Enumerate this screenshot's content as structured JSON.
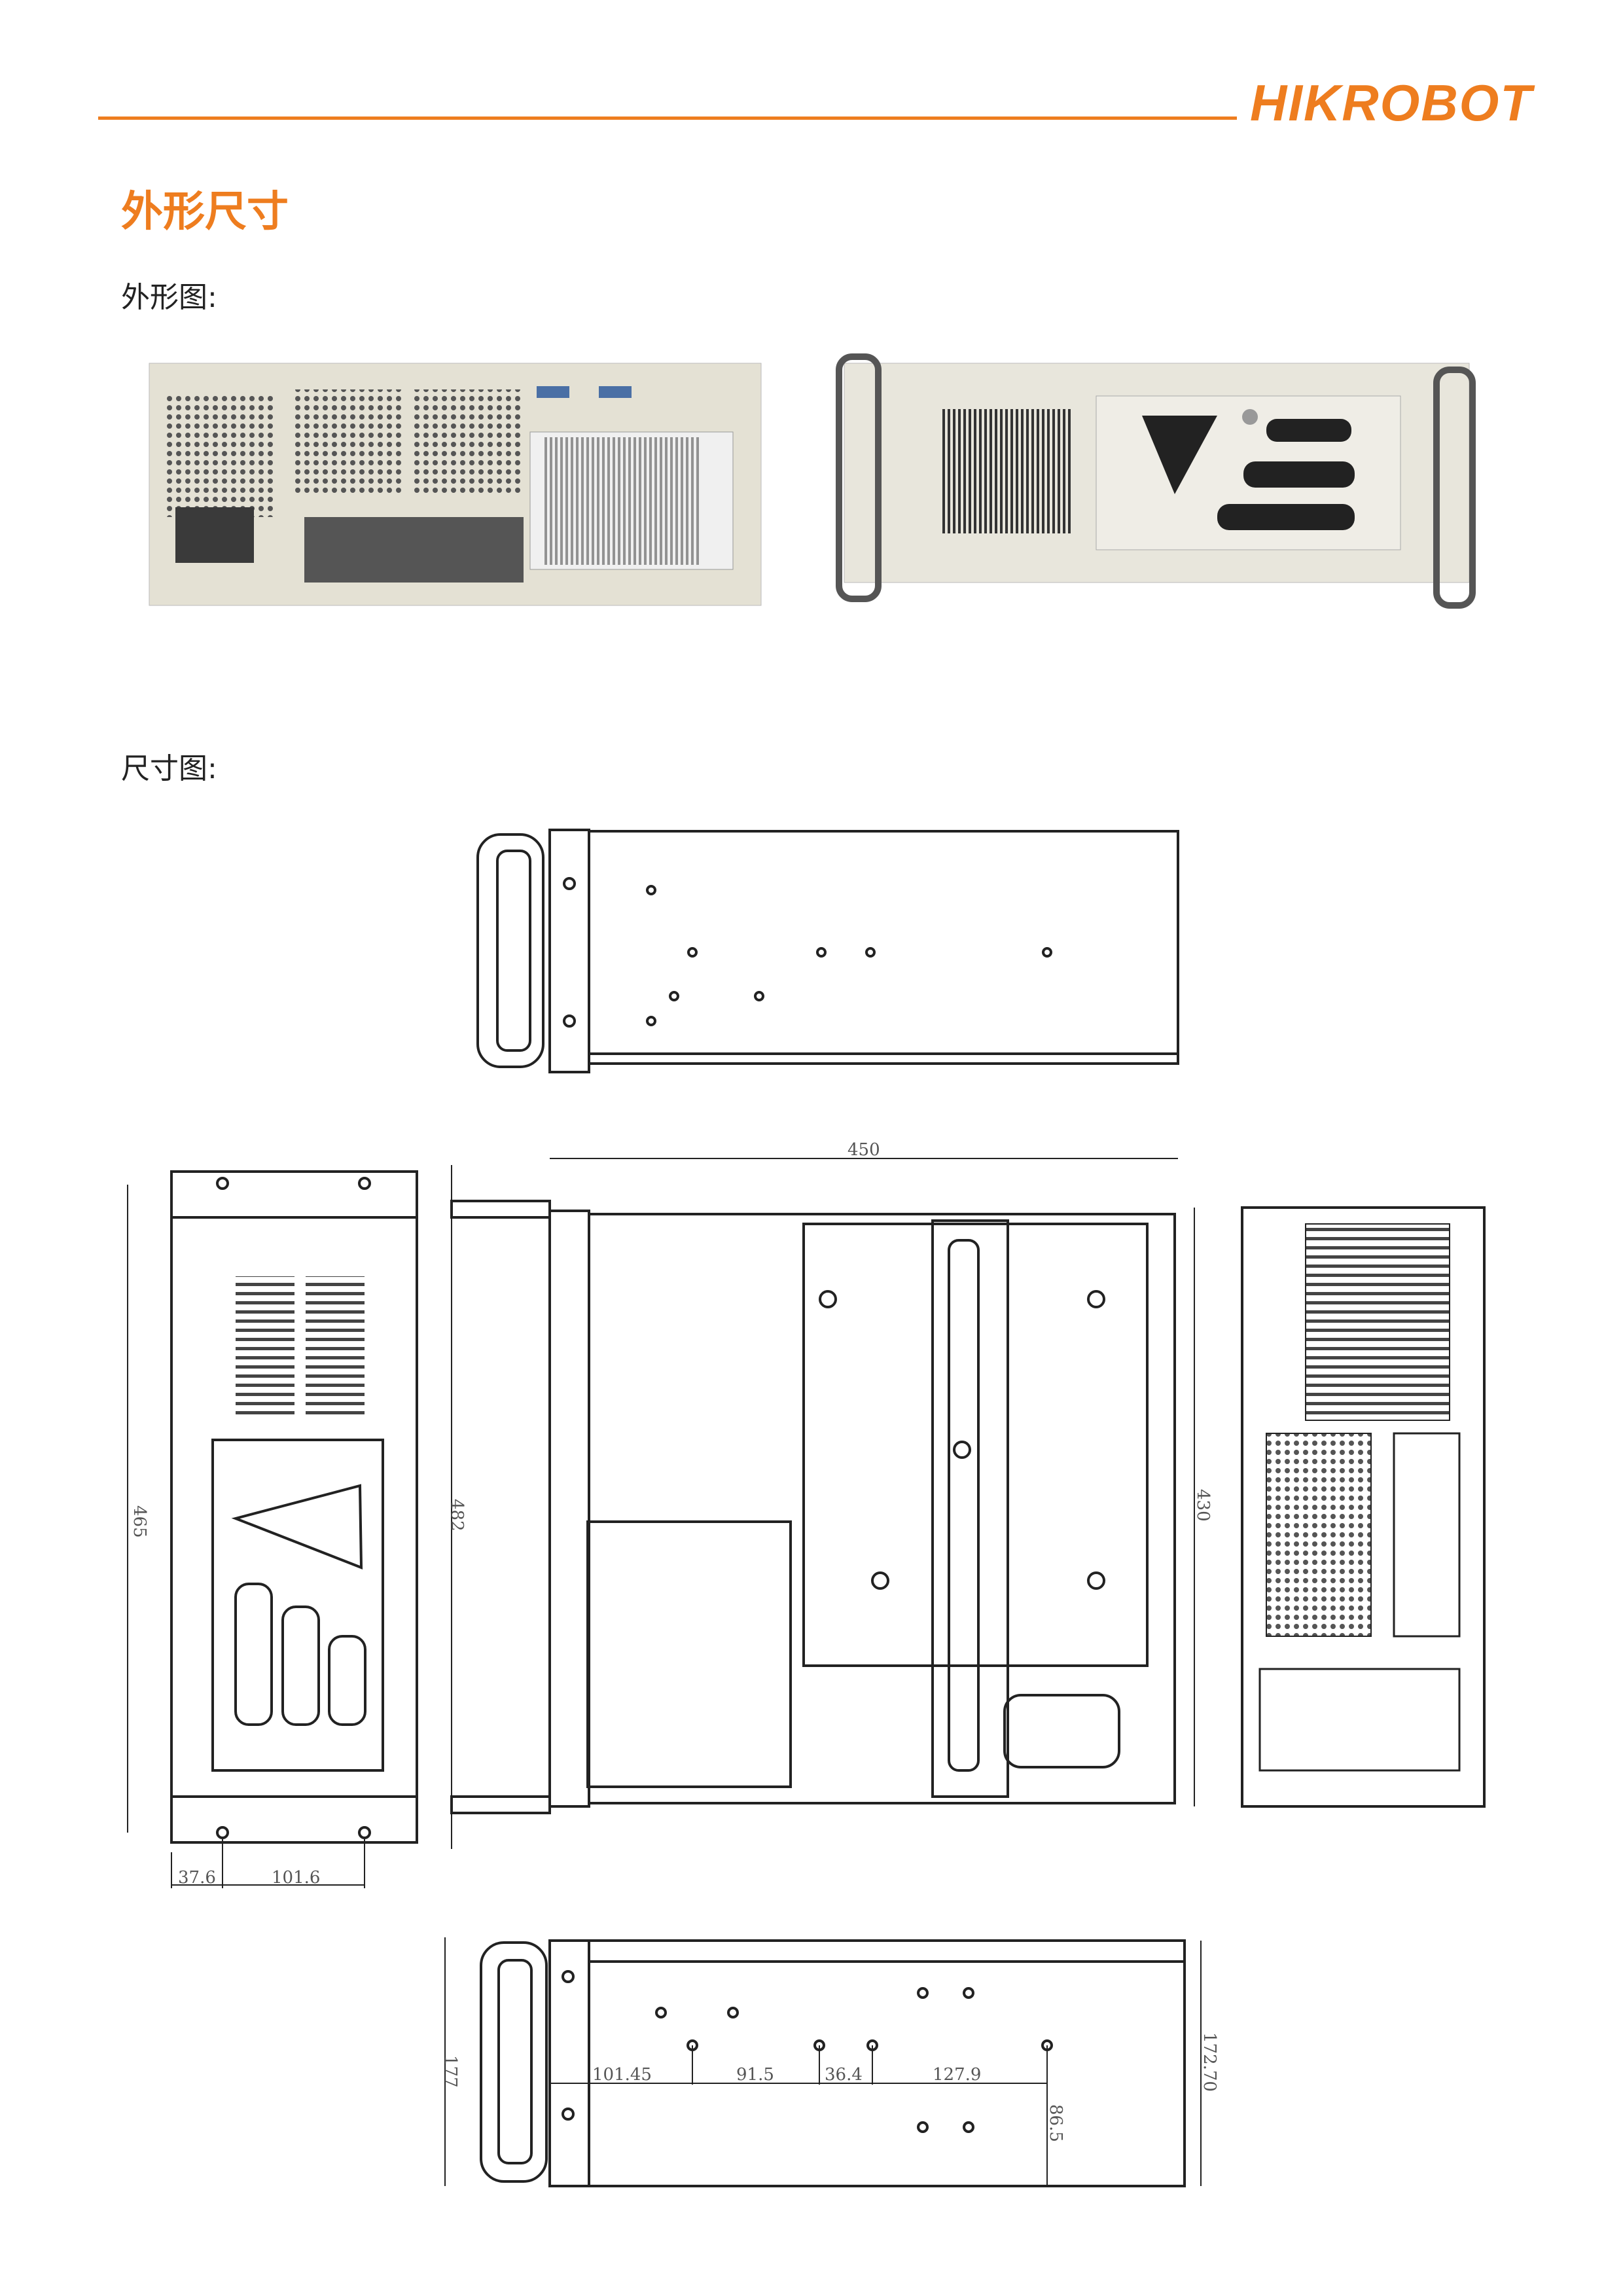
{
  "header": {
    "logo": "HIKROBOT",
    "accent_color": "#ee7d1f"
  },
  "section": {
    "title": "外形尺寸",
    "appearance_label": "外形图:",
    "dimension_label": "尺寸图:"
  },
  "photos": [
    {
      "name": "rear-view-photo"
    },
    {
      "name": "front-view-photo"
    }
  ],
  "dimensions": {
    "top_view_depth": "450",
    "front_height": "465",
    "ear_width": "482",
    "body_width": "430",
    "hole_offset_1": "37.6",
    "hole_offset_2": "101.6",
    "side_height": "177",
    "side_inner_height": "172.70",
    "hole_spacing_1": "101.45",
    "hole_spacing_2": "91.5",
    "hole_spacing_3": "36.4",
    "hole_spacing_4": "127.9",
    "hole_height": "86.5"
  }
}
